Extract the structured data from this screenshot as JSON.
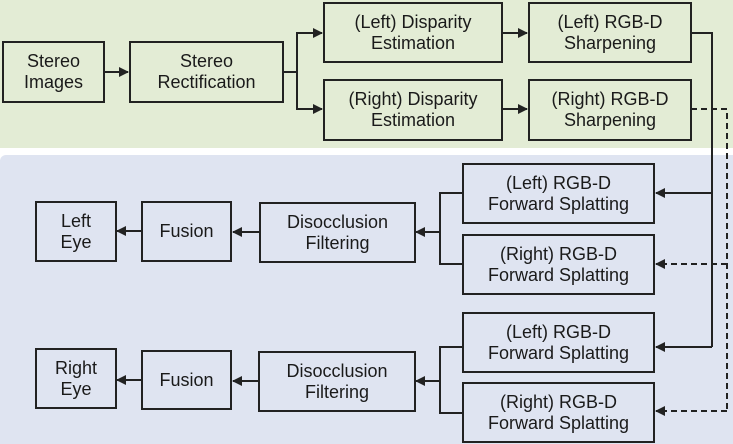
{
  "colors": {
    "top_panel": "#e3ecd5",
    "bottom_panel": "#dfe4f1",
    "stroke": "#222222"
  },
  "nodes": {
    "stereo_images": "Stereo\nImages",
    "stereo_rectification": "Stereo\nRectification",
    "left_disparity": "(Left) Disparity\nEstimation",
    "right_disparity": "(Right) Disparity\nEstimation",
    "left_sharpening": "(Left) RGB-D\nSharpening",
    "right_sharpening": "(Right) RGB-D\nSharpening",
    "left_eye_left_splat": "(Left) RGB-D\nForward Splatting",
    "left_eye_right_splat": "(Right) RGB-D\nForward Splatting",
    "left_eye_disocclusion": "Disocclusion\nFiltering",
    "left_eye_fusion": "Fusion",
    "left_eye": "Left\nEye",
    "right_eye_left_splat": "(Left) RGB-D\nForward Splatting",
    "right_eye_right_splat": "(Right) RGB-D\nForward Splatting",
    "right_eye_disocclusion": "Disocclusion\nFiltering",
    "right_eye_fusion": "Fusion",
    "right_eye": "Right\nEye"
  },
  "edges": [
    {
      "from": "stereo_images",
      "to": "stereo_rectification",
      "style": "solid"
    },
    {
      "from": "stereo_rectification",
      "to": "left_disparity",
      "style": "solid"
    },
    {
      "from": "stereo_rectification",
      "to": "right_disparity",
      "style": "solid"
    },
    {
      "from": "left_disparity",
      "to": "left_sharpening",
      "style": "solid"
    },
    {
      "from": "right_disparity",
      "to": "right_sharpening",
      "style": "solid"
    },
    {
      "from": "left_sharpening",
      "to": "left_eye_left_splat",
      "style": "solid"
    },
    {
      "from": "left_sharpening",
      "to": "right_eye_left_splat",
      "style": "solid"
    },
    {
      "from": "right_sharpening",
      "to": "left_eye_right_splat",
      "style": "dashed"
    },
    {
      "from": "right_sharpening",
      "to": "right_eye_right_splat",
      "style": "dashed"
    },
    {
      "from": "left_eye_left_splat",
      "to": "left_eye_disocclusion",
      "style": "solid"
    },
    {
      "from": "left_eye_right_splat",
      "to": "left_eye_disocclusion",
      "style": "solid"
    },
    {
      "from": "left_eye_disocclusion",
      "to": "left_eye_fusion",
      "style": "solid"
    },
    {
      "from": "left_eye_fusion",
      "to": "left_eye",
      "style": "solid"
    },
    {
      "from": "right_eye_left_splat",
      "to": "right_eye_disocclusion",
      "style": "solid"
    },
    {
      "from": "right_eye_right_splat",
      "to": "right_eye_disocclusion",
      "style": "solid"
    },
    {
      "from": "right_eye_disocclusion",
      "to": "right_eye_fusion",
      "style": "solid"
    },
    {
      "from": "right_eye_fusion",
      "to": "right_eye",
      "style": "solid"
    }
  ]
}
